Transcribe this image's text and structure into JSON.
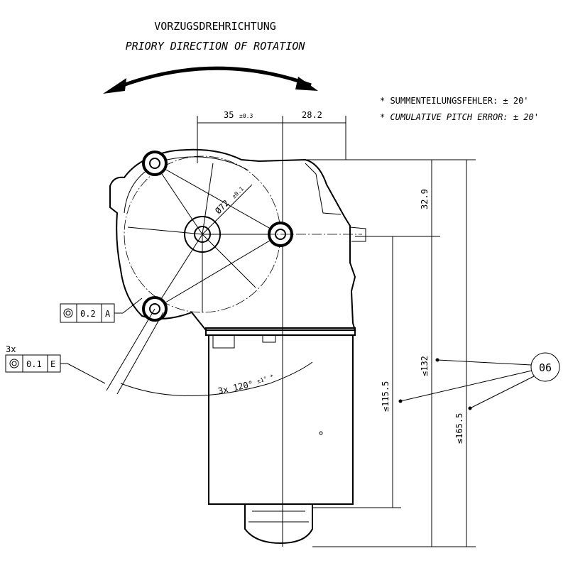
{
  "title_de": "VORZUGSDREHRICHTUNG",
  "title_en": "PRIORY DIRECTION OF ROTATION",
  "notes": {
    "de": "* SUMMENTEILUNGSFEHLER: ± 20'",
    "en": "* CUMULATIVE PITCH ERROR: ± 20'"
  },
  "dimensions": {
    "d35": "35",
    "d35_tol": "±0.3",
    "d28": "28.2",
    "d32": "32.9",
    "d132": "≤132",
    "d165": "≤165.5",
    "d115": "≤115.5",
    "dia72": "Ø72",
    "dia72_tol": "±0.1",
    "angle": "3x 120°",
    "angle_tol": "±1° *"
  },
  "tolerance_frames": [
    {
      "value": "0.2",
      "datum": "A"
    },
    {
      "prefix": "3x",
      "value": "0.1",
      "datum": "E"
    }
  ],
  "balloon": "06"
}
